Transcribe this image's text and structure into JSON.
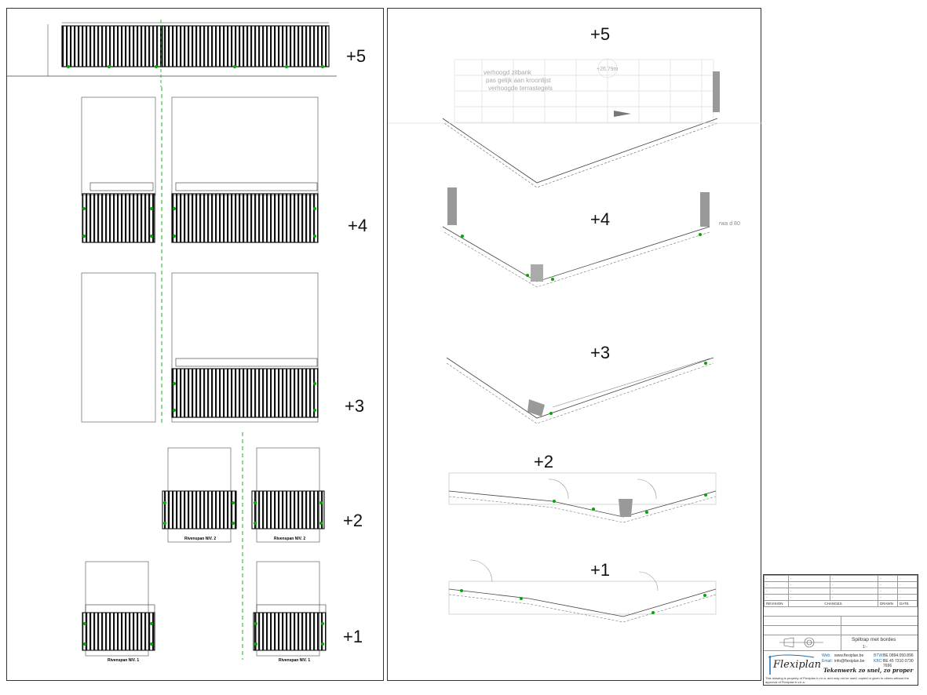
{
  "levels_left": [
    "+5",
    "+4",
    "+3",
    "+2",
    "+1"
  ],
  "levels_right": [
    "+5",
    "+4",
    "+3",
    "+2",
    "+1"
  ],
  "plan_notes": {
    "line1": "verhoogd zitbank",
    "line2": "pas gelijk aan kroonlijst",
    "line3": "verhoogde terrastegels",
    "elevation": "+26,79m",
    "rwa": "rwa d 80"
  },
  "elevation_labels": {
    "niv2a": "Rivenspan NIV. 2",
    "niv2b": "Rivenspan NIV. 2",
    "niv1a": "Rivenspan NIV. 1",
    "niv1b": "Rivenspan NIV. 1"
  },
  "title_block": {
    "revision_rows": [
      [
        "-",
        "-",
        "-",
        "-",
        "-"
      ],
      [
        "-",
        "-",
        "-",
        "-",
        "-"
      ],
      [
        "-",
        "-",
        "-",
        "-",
        "-"
      ],
      [
        "-",
        "-",
        "-",
        "-",
        "-"
      ]
    ],
    "header_revision": "REVISION",
    "header_changes": "CHANGES",
    "header_drawn": "DRAWN",
    "header_date": "DATE",
    "subject": "Spiltrap met bordes",
    "scale": "1:-",
    "web_label": "Web:",
    "web_value": "www.flexiplan.be",
    "email_label": "Email:",
    "email_value": "info@flexiplan.be",
    "btw_label": "BTW:",
    "btw_value": "BE 0894.050.896",
    "kbc_label": "KBC:",
    "kbc_value": "BE 45 7310 0730 7696",
    "brand": "Flexiplan",
    "slogan": "Tekenwerk zo snel, zo proper",
    "disclaimer": "This drawing is property of Flexiplan b.v.b.a. and may not be used, copied or given to others without the approval of Flexiplan b.v.b.a."
  }
}
